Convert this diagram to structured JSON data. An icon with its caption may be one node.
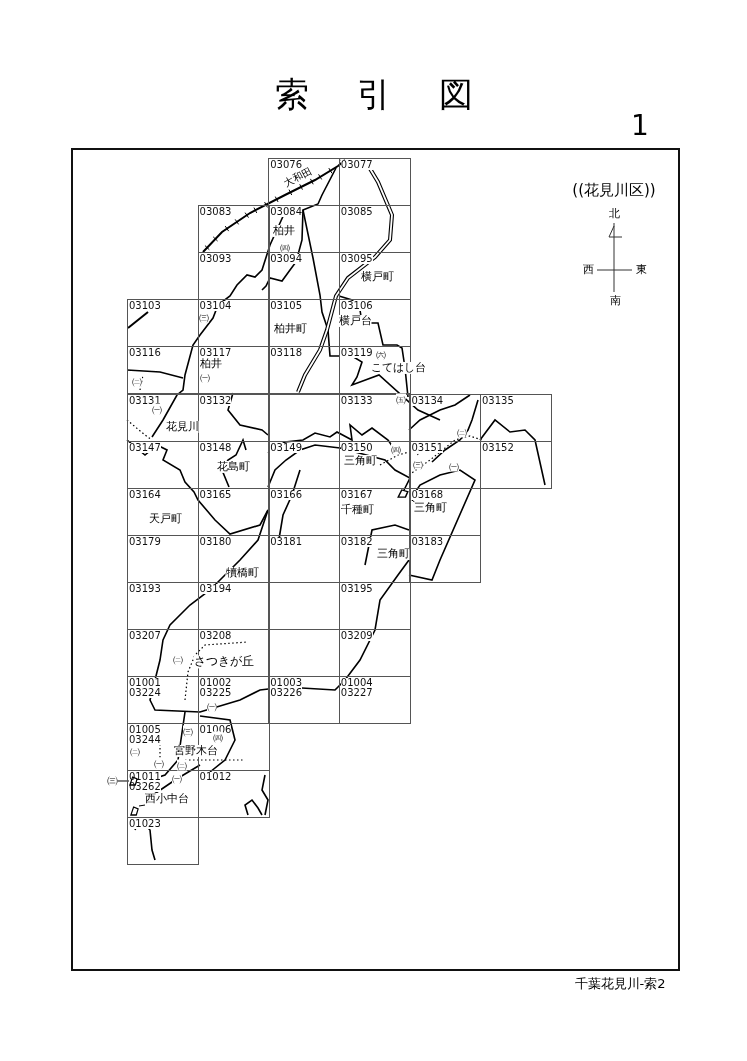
{
  "diagram": {
    "title": "索引図",
    "nodes": [
      {
        "text": [
          "03076"
        ]
      },
      {
        "text": [
          "03077"
        ]
      },
      {
        "text": [
          "03083"
        ]
      },
      {
        "text": [
          "03084"
        ]
      },
      {
        "text": [
          "03085"
        ]
      },
      {
        "text": [
          "03093"
        ]
      },
      {
        "text": [
          "03094"
        ]
      },
      {
        "text": [
          "03095"
        ]
      },
      {
        "text": [
          "03103"
        ]
      },
      {
        "text": [
          "03104"
        ]
      },
      {
        "text": [
          "03105"
        ]
      },
      {
        "text": [
          "03106"
        ]
      },
      {
        "text": [
          "03116"
        ]
      },
      {
        "text": [
          "03117"
        ]
      },
      {
        "text": [
          "03118"
        ]
      },
      {
        "text": [
          "03119"
        ]
      },
      {
        "text": [
          "03131"
        ]
      },
      {
        "text": [
          "03132"
        ]
      },
      {
        "text": [],
        "shape": "box"
      },
      {
        "text": [
          "03133"
        ]
      },
      {
        "text": [
          "03134"
        ]
      },
      {
        "text": [
          "03135"
        ]
      },
      {
        "text": [
          "03147"
        ]
      },
      {
        "text": [
          "03148"
        ]
      },
      {
        "text": [
          "03149"
        ]
      },
      {
        "text": [
          "03150"
        ]
      },
      {
        "text": [
          "03151"
        ]
      },
      {
        "text": [
          "03152"
        ]
      },
      {
        "text": [
          "03164"
        ]
      },
      {
        "text": [
          "03165"
        ]
      },
      {
        "text": [
          "03166"
        ]
      },
      {
        "text": [
          "03167"
        ]
      },
      {
        "text": [
          "03168"
        ]
      },
      {
        "text": [
          "03179"
        ]
      },
      {
        "text": [
          "03180"
        ]
      },
      {
        "text": [
          "03181"
        ]
      },
      {
        "text": [
          "03182"
        ]
      },
      {
        "text": [
          "03183"
        ]
      },
      {
        "text": [
          "03193"
        ]
      },
      {
        "text": [
          "03194"
        ]
      },
      {
        "text": [],
        "shape": "box"
      },
      {
        "text": [
          "03195"
        ]
      },
      {
        "text": [
          "03207"
        ]
      },
      {
        "text": [
          "03208"
        ]
      },
      {
        "text": [],
        "shape": "box"
      },
      {
        "text": [
          "03209"
        ]
      },
      {
        "text": [
          "01001",
          "03224"
        ]
      },
      {
        "text": [
          "01002",
          "03225"
        ]
      },
      {
        "text": [
          "01003",
          "03226"
        ]
      },
      {
        "text": [
          "01004",
          "03227"
        ]
      },
      {
        "text": [
          "01005",
          "03244"
        ]
      },
      {
        "text": [
          "01006"
        ]
      },
      {
        "text": [
          "01011",
          "03262"
        ]
      },
      {
        "text": [
          "01012"
        ]
      },
      {
        "text": [
          "01023"
        ]
      },
      {
        "text": [
          "三角町"
        ],
        "in": 32
      },
      {
        "text": [
          "㈢"
        ]
      },
      {
        "text": [
          "西小中台"
        ],
        "in": 52
      },
      {
        "text": [],
        "shape": "area",
        "in": 31
      },
      {
        "text": [],
        "shape": "area",
        "in": 52
      },
      {
        "text": [],
        "shape": "area",
        "in": 52
      }
    ],
    "edges": [
      {
        "from": 55,
        "to": 58,
        "arrow": "none"
      },
      {
        "from": 56,
        "to": 59,
        "arrow": "none"
      },
      {
        "from": 57,
        "to": 60,
        "arrow": "none"
      }
    ],
    "labels": [
      "1",
      "大和田",
      "((花見川区))",
      "北",
      "柏井",
      "㈣",
      "西",
      "東",
      "横戸町",
      "南",
      "㈢",
      "横戸台",
      "柏井町",
      "柏井",
      "㈥",
      "㈠",
      "こてはし台",
      "㈡",
      "㈤",
      "㈠",
      "花見川",
      "㈡",
      "㈣",
      "三角町",
      "㈢",
      "花島町",
      "㈠",
      "千種町",
      "天戸町",
      "三角町",
      "犢橋町",
      "㈡",
      "さつきが丘",
      "㈠",
      "㈢",
      "㈣",
      "㈡",
      "宮野木台",
      "㈠",
      "㈡",
      "㈠",
      "千葉花見川-索2"
    ]
  }
}
